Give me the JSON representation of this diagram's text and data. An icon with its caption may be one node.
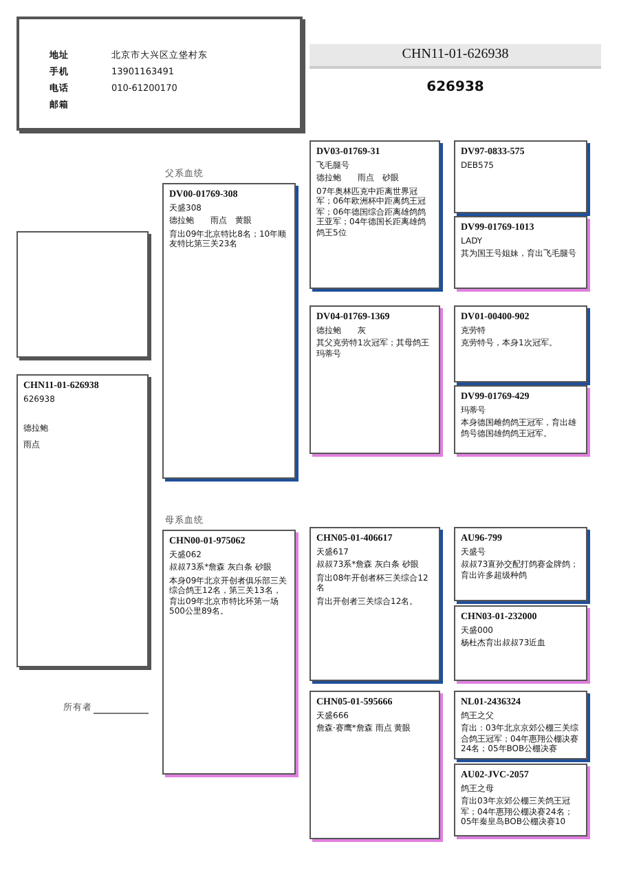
{
  "diagram": {
    "nodes": [
      {
        "text": [
          "地址",
          "北京市大兴区立垡村东",
          "手机",
          "13901163491",
          "电话",
          "010-61200170",
          "邮箱"
        ]
      },
      {
        "text": [
          "CHN11-01-626938"
        ],
        "beside": [
          "626938"
        ]
      },
      {
        "text": [],
        "shape": "box"
      },
      {
        "text": [
          "CHN11-01-626938",
          "626938",
          "德拉鲍",
          "雨点"
        ]
      },
      {
        "text": [
          "父系血统",
          "DV00-01769-308",
          "天盛308",
          "德拉鲍　　雨点　黄眼",
          "育出09年北京特比8名；10年顺友特比第三关23名"
        ]
      },
      {
        "text": [
          "母系血统",
          "CHN00-01-975062",
          "天盛062",
          "叔叔73系*詹森 灰白条 砂眼",
          "本身09年北京开创者俱乐部三关综合鸽王12名，第三关13名，育出09年北京市特比环第一场500公里89名。"
        ]
      },
      {
        "text": [
          "DV03-01769-31",
          "飞毛腿号",
          "德拉鲍　　雨点　砂眼",
          "07年奥林匹克中距离世界冠军；06年欧洲杯中距离鸽王冠军；06年德国综合距离雄鸽鸽王亚军；04年德国长距离雄鸽鸽王5位"
        ]
      },
      {
        "text": [
          "DV04-01769-1369",
          "德拉鲍　　灰",
          "其父克劳特1次冠军；其母鸽王玛蒂号"
        ]
      },
      {
        "text": [
          "CHN05-01-406617",
          "天盛617",
          "叔叔73系*詹森 灰白条 砂眼",
          "育出08年开创者杯三关综合12名",
          "育出开创者三关综合12名。"
        ]
      },
      {
        "text": [
          "CHN05-01-595666",
          "天盛666",
          "詹森·赛鹰*詹森 雨点 黄眼"
        ]
      },
      {
        "text": [
          "DV97-0833-575",
          "DEB575"
        ]
      },
      {
        "text": [
          "DV99-01769-1013",
          "LADY",
          "其为国王号姐妹，育出飞毛腿号"
        ]
      },
      {
        "text": [
          "DV01-00400-902",
          "克劳特",
          "克劳特号，本身1次冠军。"
        ]
      },
      {
        "text": [
          "DV99-01769-429",
          "玛蒂号",
          "本身德国雌鸽鸽王冠军，育出雄鸽号德国雄鸽鸽王冠军。"
        ]
      },
      {
        "text": [
          "AU96-799",
          "天盛号",
          "叔叔73直孙交配打鸽赛金牌鸽；育出许多超级种鸽"
        ]
      },
      {
        "text": [
          "CHN03-01-232000",
          "天盛000",
          "杨杜杰育出叔叔73近血"
        ]
      },
      {
        "text": [
          "NL01-2436324",
          "鸽王之父",
          "育出：03年北京京郊公棚三关综合鸽王冠军；04年惠翔公棚决赛24名；05年BOB公棚决赛"
        ]
      },
      {
        "text": [
          "AU02-JVC-2057",
          "鸽王之母",
          "育出03年京郊公棚三关鸽王冠军；04年惠翔公棚决赛24名；05年秦皇岛BOB公棚决赛10"
        ]
      }
    ],
    "labels": [
      "所有者"
    ]
  }
}
